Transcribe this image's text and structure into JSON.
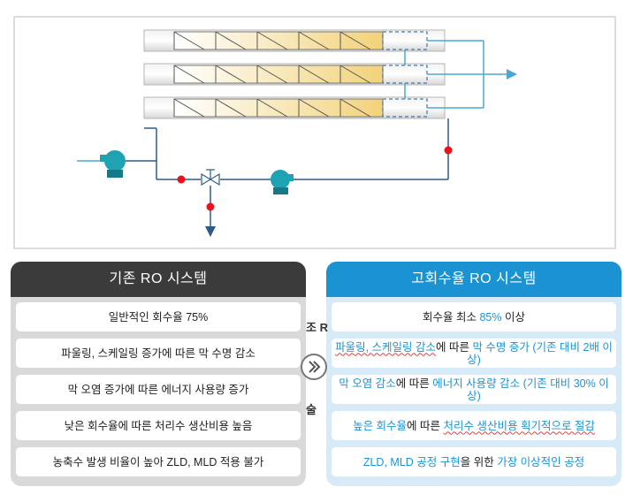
{
  "colors": {
    "dark_header": "#3b3b3b",
    "blue_header": "#1b93d3",
    "left_panel_bg": "#d9d9d9",
    "right_panel_bg": "#d6eaf7",
    "membrane_yellow": "#f2d27a",
    "pipe": "#2d5a87",
    "valve_red": "#e8131b",
    "pump_teal": "#1fa3b3"
  },
  "left_panel": {
    "title": "기존 RO 시스템",
    "items": [
      "일반적인 회수율 75%",
      "파울링, 스케일링 증가에 따른 막 수명 감소",
      "막 오염 증가에 따른 에너지 사용량 증가",
      "낮은 회수율에 따른 처리수 생산비용 높음",
      "농축수 발생 비율이 높아 ZLD, MLD 적용 불가"
    ]
  },
  "right_panel": {
    "title": "고회수율 RO 시스템",
    "item1": {
      "a": "회수율 최소 ",
      "b": "85%",
      "c": " 이상"
    },
    "item2": {
      "a": "파울링, 스케일링 감소",
      "b": "에 따른 ",
      "c": "막 수명 증가 (기존 대비 2배 이상)"
    },
    "item3": {
      "a": "막 오염 감소",
      "b": "에 따른 ",
      "c": "에너지 사용량 감소 (기존 대비 30% 이상)"
    },
    "item4": {
      "a": "높은 회수율",
      "b": "에 따른 ",
      "c": "처리수 생산비용 획기적으로 절감"
    },
    "item5": {
      "a": "ZLD, MLD 공정 구현",
      "b": "을 위한 ",
      "c": "가장 이상적인 공정"
    }
  },
  "peek_text": {
    "line1": "조 R",
    "line2": "술"
  }
}
